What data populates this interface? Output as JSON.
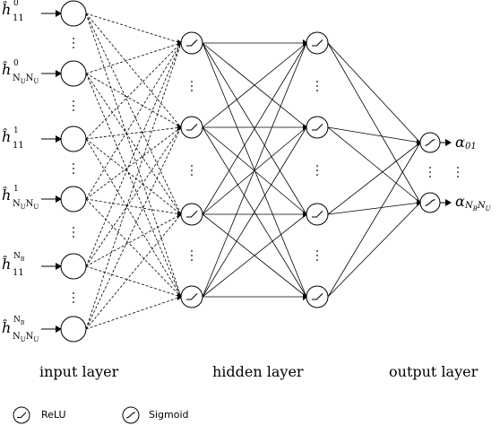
{
  "inputs": [
    {
      "base": "ĥ",
      "sup": "0",
      "sub": "11"
    },
    {
      "base": "ĥ",
      "sup": "0",
      "sub": "N_UN_U"
    },
    {
      "base": "ĥ",
      "sup": "1",
      "sub": "11"
    },
    {
      "base": "ĥ",
      "sup": "1",
      "sub": "N_UN_U"
    },
    {
      "base": "ĥ",
      "sup": "N_B",
      "sub": "11"
    },
    {
      "base": "ĥ",
      "sup": "N_B",
      "sub": "N_UN_U"
    }
  ],
  "outputs": [
    {
      "base": "α",
      "sub": "01"
    },
    {
      "base": "α",
      "sub": "N_BN_U"
    }
  ],
  "layers": {
    "input": "input layer",
    "hidden": "hidden layer",
    "output": "output layer"
  },
  "legend": {
    "relu": "ReLU",
    "sigmoid": "Sigmoid"
  },
  "ellipsis": "⋮"
}
